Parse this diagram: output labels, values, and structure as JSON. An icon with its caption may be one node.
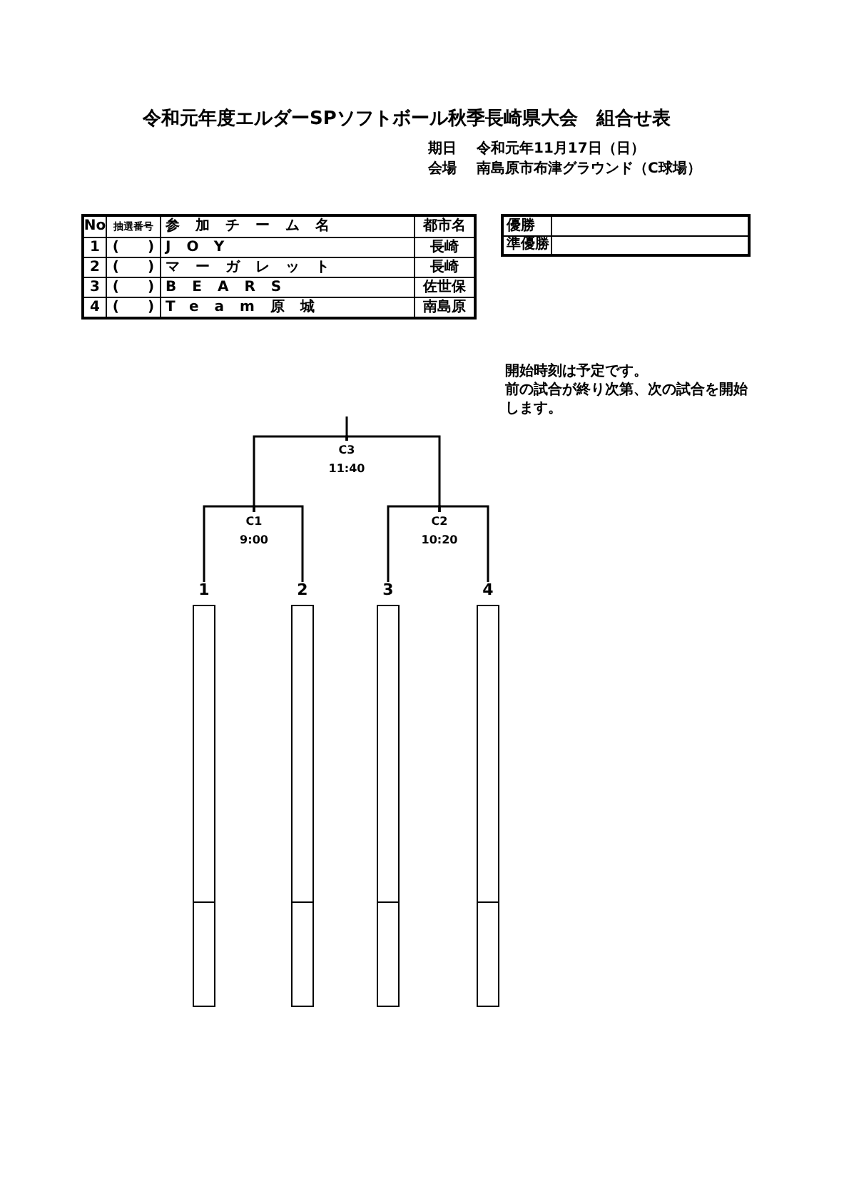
{
  "diagram": {
    "title": "令和元年度エルダーSPソフトボール秋季長崎県大会　組合せ表",
    "nodes": [
      {
        "text": [
          "1"
        ]
      },
      {
        "text": [
          "2"
        ]
      },
      {
        "text": [
          "3"
        ]
      },
      {
        "text": [
          "4"
        ]
      },
      {
        "text": [
          "C1",
          "9:00"
        ]
      },
      {
        "text": [
          "C2",
          "10:20"
        ]
      },
      {
        "text": [
          "C3",
          "11:40"
        ]
      }
    ],
    "edges": [
      {
        "from": 0,
        "to": 4,
        "arrow": "none"
      },
      {
        "from": 1,
        "to": 4,
        "arrow": "none"
      },
      {
        "from": 2,
        "to": 5,
        "arrow": "none"
      },
      {
        "from": 3,
        "to": 5,
        "arrow": "none"
      },
      {
        "from": 4,
        "to": 6,
        "arrow": "none"
      },
      {
        "from": 5,
        "to": 6,
        "arrow": "none"
      },
      {
        "from": 6,
        "to": null,
        "arrow": "none"
      }
    ],
    "labels": [
      "期日",
      "令和元年11月17日（日）",
      "会場",
      "南島原市布津グラウンド（C球場）",
      "No",
      "抽選番号",
      "参加チーム名",
      "都市名",
      "1",
      "(　　)",
      "JOY",
      "長崎",
      "2",
      "(　　)",
      "マーガレット",
      "長崎",
      "3",
      "(　　)",
      "BEARS",
      "佐世保",
      "4",
      "(　　)",
      "Team原城",
      "南島原",
      "優勝",
      "準優勝",
      "開始時刻は予定です。",
      "前の試合が終り次第、次の試合を開始します。"
    ]
  }
}
